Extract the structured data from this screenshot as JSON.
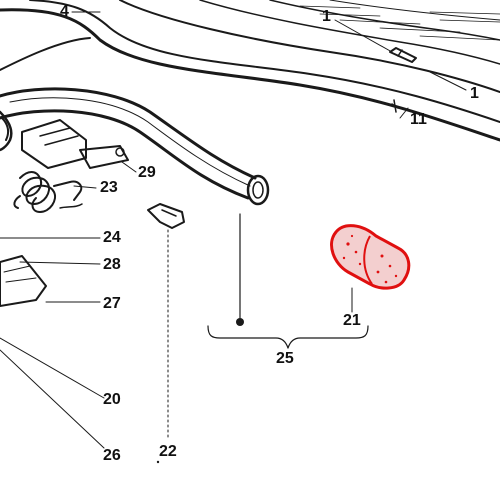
{
  "colors": {
    "ink": "#1a1a1a",
    "paper": "#ffffff",
    "highlight": "#e01010",
    "highlight_fill": "#f3cfcf"
  },
  "callouts": [
    {
      "id": "c4",
      "label": "4"
    },
    {
      "id": "c1a",
      "label": "1"
    },
    {
      "id": "c1b",
      "label": "1"
    },
    {
      "id": "c11",
      "label": "11"
    },
    {
      "id": "c29",
      "label": "29"
    },
    {
      "id": "c23",
      "label": "23"
    },
    {
      "id": "c24",
      "label": "24"
    },
    {
      "id": "c28",
      "label": "28"
    },
    {
      "id": "c27",
      "label": "27"
    },
    {
      "id": "c21",
      "label": "21"
    },
    {
      "id": "c25",
      "label": "25"
    },
    {
      "id": "c20",
      "label": "20"
    },
    {
      "id": "c22",
      "label": "22"
    },
    {
      "id": "c26",
      "label": "26"
    }
  ],
  "highlighted_part": "21"
}
